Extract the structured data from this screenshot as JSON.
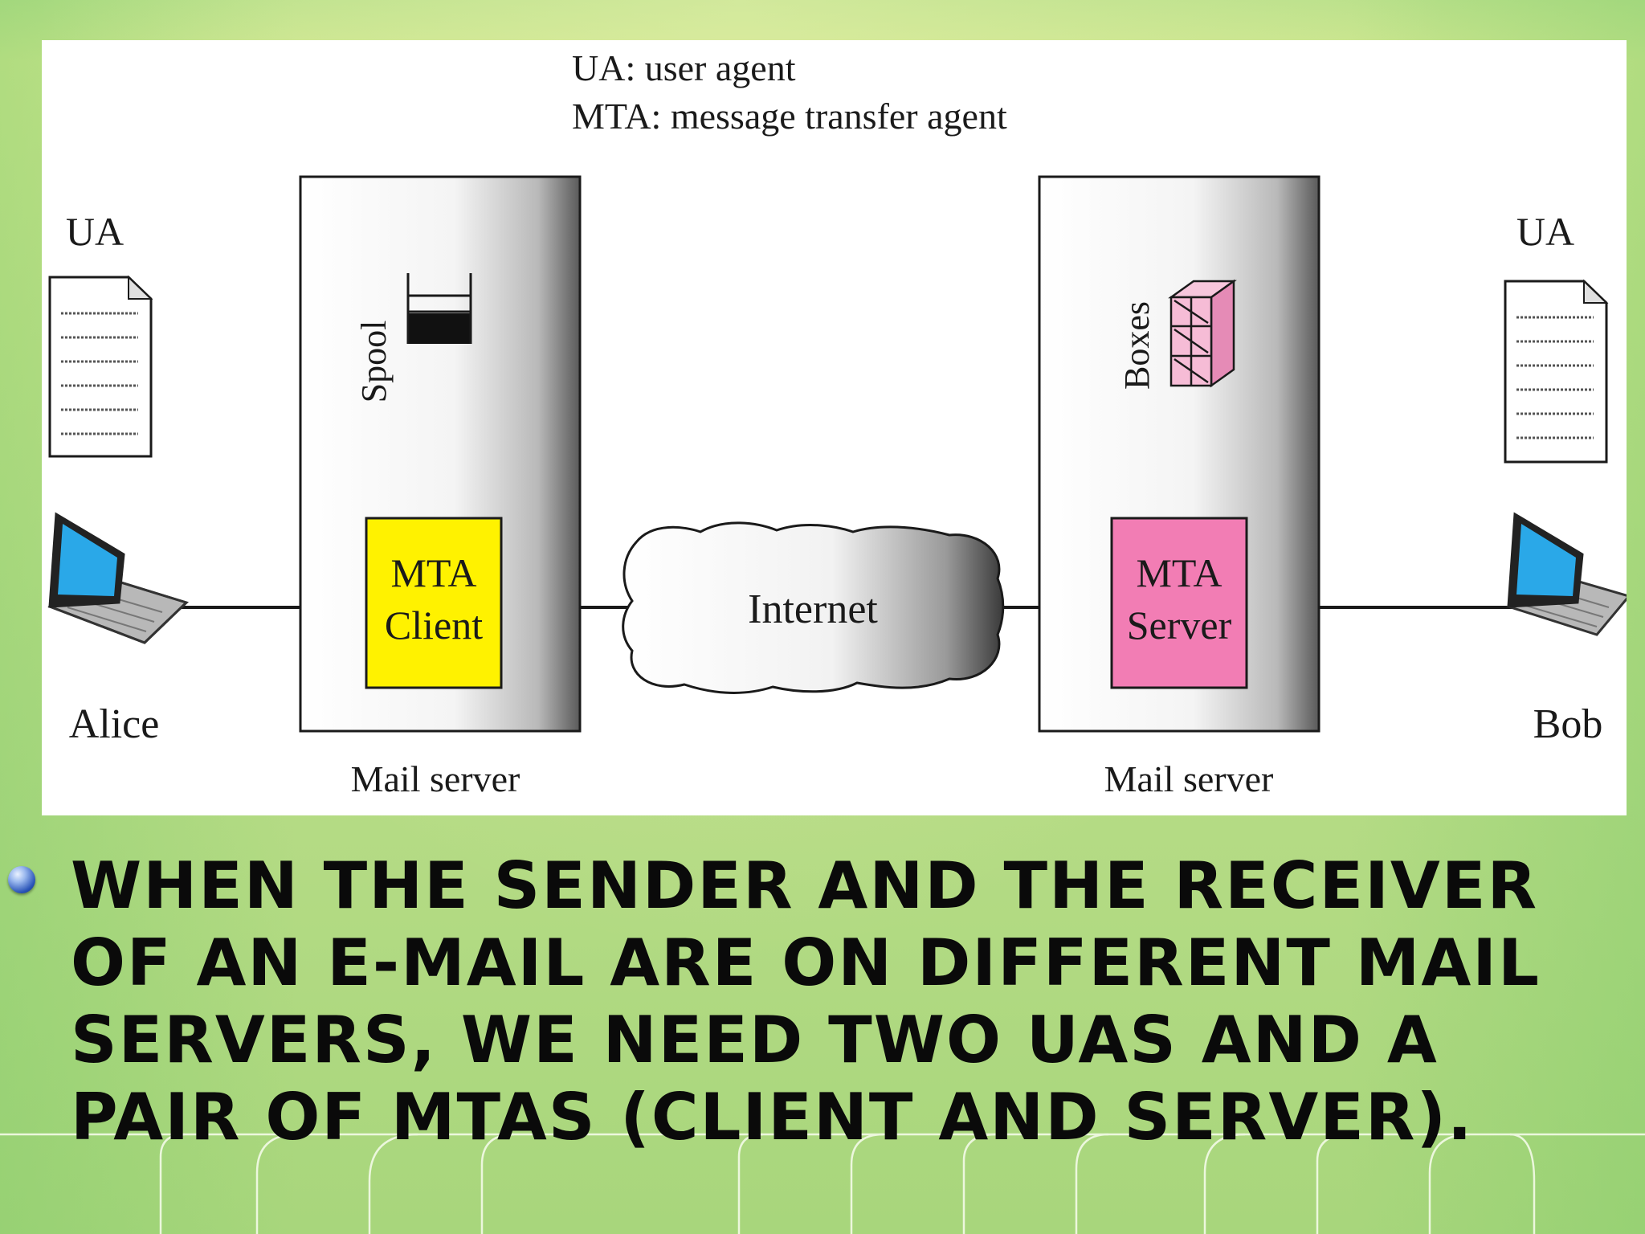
{
  "diagram": {
    "legend": {
      "ua": "UA: user agent",
      "mta": "MTA: message transfer agent"
    },
    "sender": {
      "ua_label": "UA",
      "person": "Alice",
      "mail_server_label": "Mail server",
      "storage_label": "Spool",
      "mta_line1": "MTA",
      "mta_line2": "Client",
      "mta_color": "#fff200"
    },
    "network": {
      "label": "Internet"
    },
    "receiver": {
      "ua_label": "UA",
      "person": "Bob",
      "mail_server_label": "Mail server",
      "storage_label": "Boxes",
      "mta_line1": "MTA",
      "mta_line2": "Server",
      "mta_color": "#f27db4"
    }
  },
  "caption": {
    "text": "When the sender and the receiver of an e-mail are on different mail servers, we need two UAs and a pair of MTAs (client and server)."
  }
}
